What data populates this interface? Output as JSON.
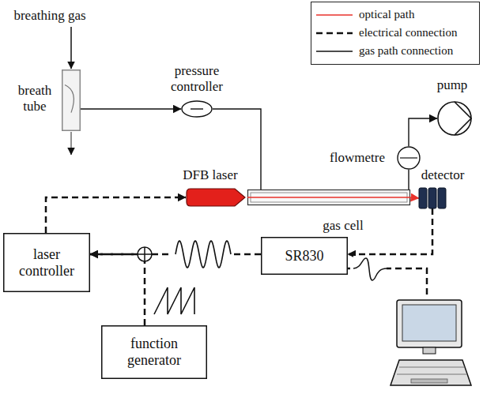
{
  "diagram": {
    "nodes": [
      {
        "text": [
          "breath tube"
        ]
      },
      {
        "text": [
          "pressure controller"
        ]
      },
      {
        "text": [
          "DFB laser"
        ]
      },
      {
        "text": [
          "gas cell"
        ]
      },
      {
        "text": [
          "flowmetre"
        ]
      },
      {
        "text": [
          "pump"
        ]
      },
      {
        "text": [
          "detector"
        ]
      },
      {
        "text": [
          "laser controller"
        ]
      },
      {
        "text": [
          "SR830"
        ]
      },
      {
        "text": [
          "function generator"
        ]
      }
    ],
    "edges": [
      {
        "from": 0,
        "to": 1,
        "arrow": "to"
      },
      {
        "from": 1,
        "to": 3,
        "arrow": "none"
      },
      {
        "from": 3,
        "to": 4,
        "arrow": "none"
      },
      {
        "from": 4,
        "to": 5,
        "arrow": "to"
      },
      {
        "from": 3,
        "to": 6,
        "arrow": "to"
      },
      {
        "from": 7,
        "to": 2,
        "arrow": "to"
      },
      {
        "from": 6,
        "to": 8,
        "arrow": "to"
      },
      {
        "from": 8,
        "to": 7,
        "arrow": "to"
      },
      {
        "from": 9,
        "to": 7,
        "arrow": "to"
      }
    ],
    "labels": [
      "breathing gas"
    ],
    "legend": [
      {
        "text": "optical path"
      },
      {
        "text": "electrical connection"
      },
      {
        "text": "gas path connection"
      }
    ]
  }
}
